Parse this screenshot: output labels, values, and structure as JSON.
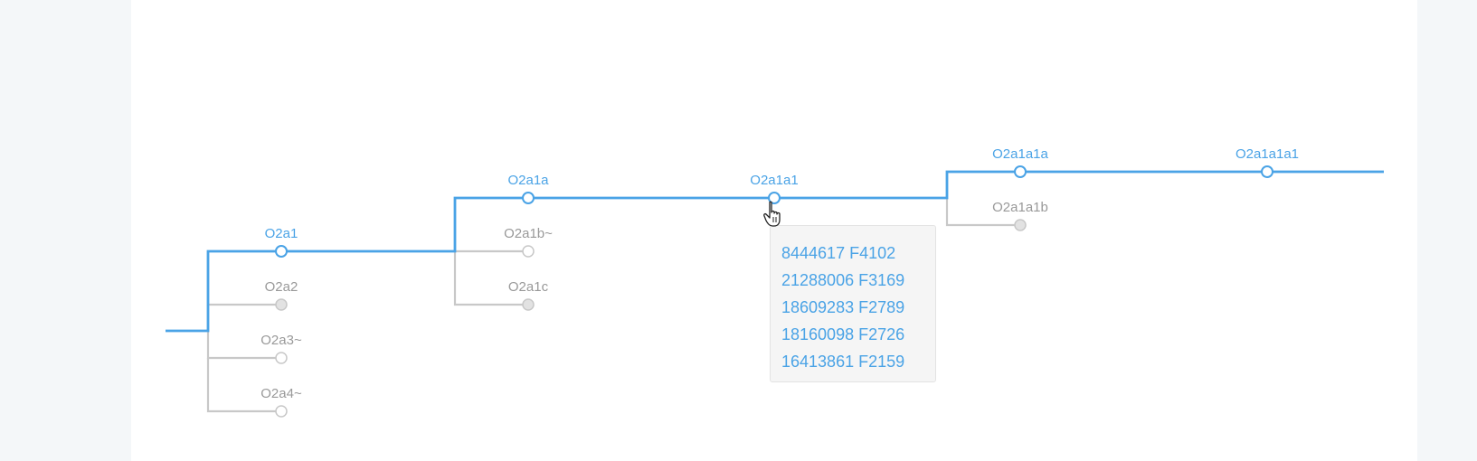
{
  "colors": {
    "active": "#4aa3e6",
    "inactive": "#c8c8c8",
    "inactive_label": "#999999",
    "node_fill_empty": "#ffffff",
    "node_fill_leaf": "#e2e2e2"
  },
  "tree": {
    "nodes": [
      {
        "id": "n_o2a1",
        "label": "O2a1",
        "state": "active",
        "fill": "empty"
      },
      {
        "id": "n_o2a2",
        "label": "O2a2",
        "state": "inactive",
        "fill": "leaf"
      },
      {
        "id": "n_o2a3",
        "label": "O2a3~",
        "state": "inactive",
        "fill": "empty"
      },
      {
        "id": "n_o2a4",
        "label": "O2a4~",
        "state": "inactive",
        "fill": "empty"
      },
      {
        "id": "n_o2a1a",
        "label": "O2a1a",
        "state": "active",
        "fill": "empty"
      },
      {
        "id": "n_o2a1b",
        "label": "O2a1b~",
        "state": "inactive",
        "fill": "empty"
      },
      {
        "id": "n_o2a1c",
        "label": "O2a1c",
        "state": "inactive",
        "fill": "leaf"
      },
      {
        "id": "n_o2a1a1",
        "label": "O2a1a1",
        "state": "active",
        "fill": "empty",
        "hovered": true
      },
      {
        "id": "n_o2a1a1a",
        "label": "O2a1a1a",
        "state": "active",
        "fill": "empty"
      },
      {
        "id": "n_o2a1a1b",
        "label": "O2a1a1b",
        "state": "inactive",
        "fill": "leaf"
      },
      {
        "id": "n_o2a1a1a1",
        "label": "O2a1a1a1",
        "state": "active",
        "fill": "empty"
      }
    ]
  },
  "tooltip": {
    "lines": [
      "8444617 F4102",
      "21288006 F3169",
      "18609283 F2789",
      "18160098 F2726",
      "16413861 F2159"
    ]
  }
}
